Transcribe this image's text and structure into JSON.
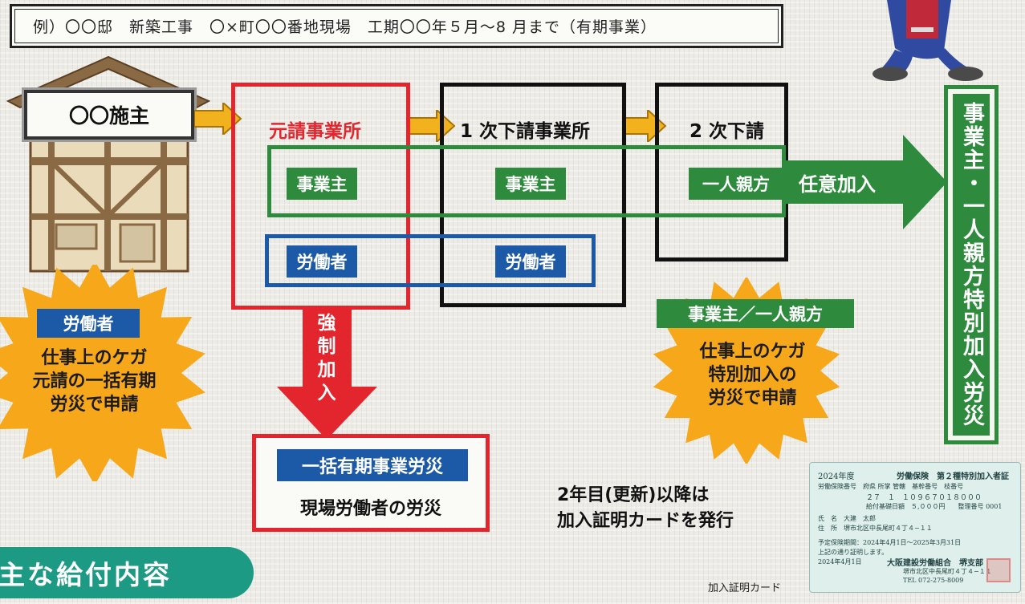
{
  "example": {
    "text": "例）〇〇邸　新築工事　〇×町〇〇番地現場　工期〇〇年５月〜8 月まで（有期事業）"
  },
  "owner": {
    "label": "〇〇施主"
  },
  "prime": {
    "title": "元請事業所",
    "employer": "事業主",
    "worker": "労働者"
  },
  "sub1": {
    "title": "1 次下請事業所",
    "employer": "事業主",
    "worker": "労働者"
  },
  "sub2": {
    "title": "2 次下請",
    "oneman": "一人親方"
  },
  "optional_arrow": {
    "label": "任意加入"
  },
  "special_box": {
    "label": "事業主・一人親方特別加入労災"
  },
  "mandatory_arrow": {
    "label": "強制加入"
  },
  "lump": {
    "title": "一括有期事業労災",
    "subtitle": "現場労働者の労災"
  },
  "burst_left": {
    "badge": "労働者",
    "lines": [
      "仕事上のケガ",
      "元請の一括有期",
      "労災で申請"
    ]
  },
  "burst_right": {
    "badge": "事業主／一人親方",
    "lines": [
      "仕事上のケガ",
      "特別加入の",
      "労災で申請"
    ]
  },
  "renewal": {
    "lines": [
      "2年目(更新)以降は",
      "加入証明カードを発行"
    ]
  },
  "card": {
    "caption": "加入証明カード",
    "year": "2024年度",
    "header": "労働保険　第２種特別加入者証",
    "labels": "労働保険番号　府県 所掌 管轄　基幹番号　枝番号",
    "number": "２７　１　１０９６７０１８０００",
    "base": "給付基礎日額　５,０００円　　整理番号 0001",
    "name": "氏　名　大建　太郎",
    "address": "住　所　堺市北区中長尾町４丁４−１１",
    "period": "予定保険期間：2024年4月1日〜2025年3月31日",
    "certify": "上記の通り証明します。",
    "issued": "2024年4月1日",
    "union": "大阪建設労働組合　堺支部",
    "union_addr": "堺市北区中長尾町４丁４−１１",
    "tel": "TEL 072-275-8009"
  },
  "benefit_tab": {
    "label": "主な給付内容"
  },
  "colors": {
    "red": "#e3262e",
    "green": "#2e8a3c",
    "blue": "#1c5aa8",
    "orange": "#f7a71a",
    "teal": "#1d9a84"
  }
}
